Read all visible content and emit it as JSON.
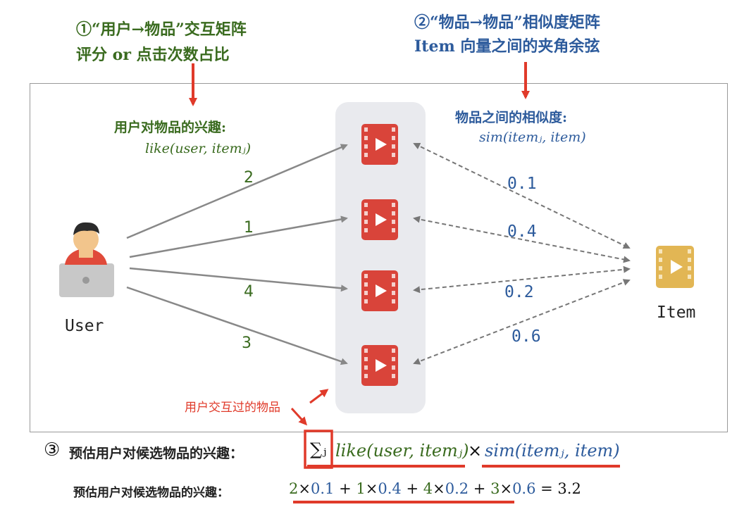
{
  "annotations": {
    "step1_line1": "①“用户→物品”交互矩阵",
    "step1_line2": "评分 or 点击次数占比",
    "step2_line1": "②“物品→物品”相似度矩阵",
    "step2_line2": "Item 向量之间的夹角余弦",
    "interacted_items": "用户交互过的物品"
  },
  "user_interest": {
    "title": "用户对物品的兴趣:",
    "formula": "like(user, itemⱼ)"
  },
  "item_similarity": {
    "title": "物品之间的相似度:",
    "formula": "sim(itemⱼ, item)"
  },
  "nodes": {
    "user_label": "User",
    "item_label": "Item"
  },
  "edges": {
    "likes": [
      "2",
      "1",
      "4",
      "3"
    ],
    "sims": [
      "0.1",
      "0.4",
      "0.2",
      "0.6"
    ]
  },
  "estimate": {
    "circle_num": "③",
    "title": "预估用户对候选物品的兴趣：",
    "sum_symbol": "∑ⱼ",
    "like_term": "like(user, itemⱼ)",
    "times": "×",
    "sim_term": "sim(itemⱼ, item)"
  },
  "calculation": {
    "title": "预估用户对候选物品的兴趣：",
    "terms": [
      {
        "like": "2",
        "sim": "0.1"
      },
      {
        "like": "1",
        "sim": "0.4"
      },
      {
        "like": "4",
        "sim": "0.2"
      },
      {
        "like": "3",
        "sim": "0.6"
      }
    ],
    "result": "= 3.2"
  },
  "colors": {
    "green": "#3a6b1f",
    "blue": "#2d5b9c",
    "red": "#e03a2a",
    "video_red": "#d9443a",
    "video_gold": "#e2b654"
  }
}
